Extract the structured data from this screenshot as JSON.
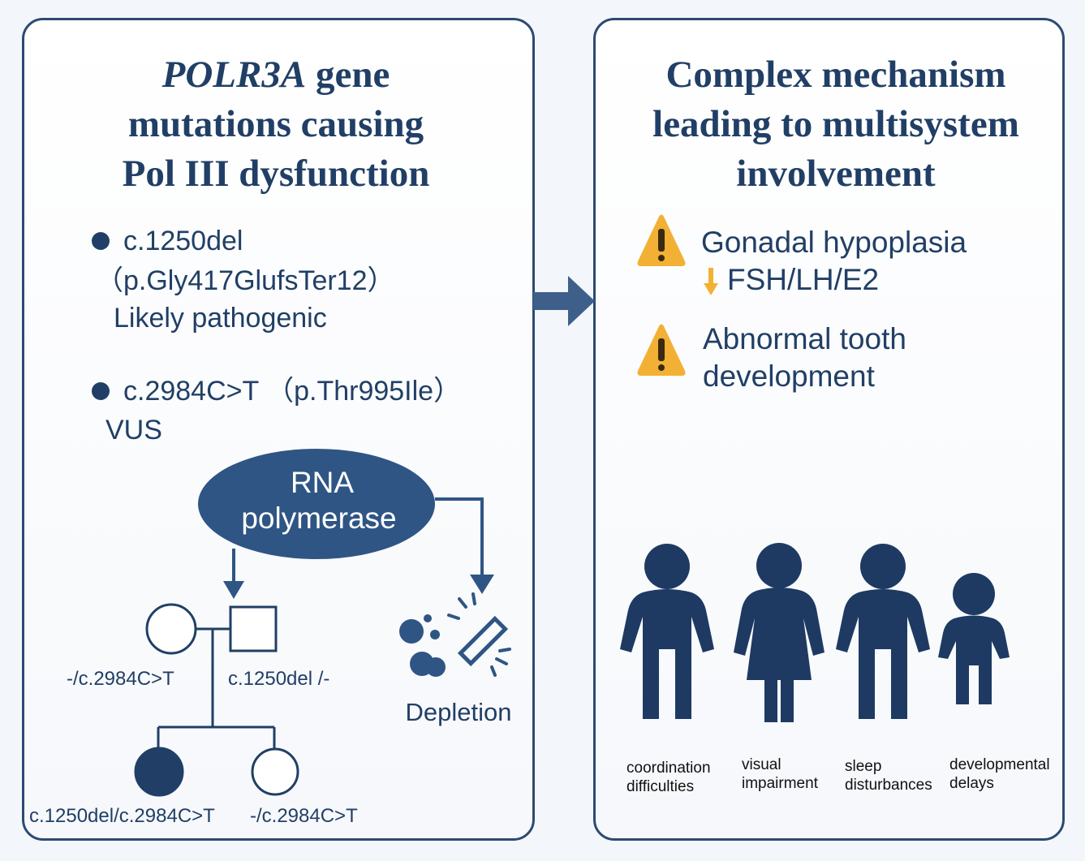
{
  "left": {
    "title": {
      "gene": "POLR3A",
      "rest_line1": " gene",
      "line2": "mutations causing",
      "line3": "Pol III dysfunction"
    },
    "variants": [
      {
        "line1": "c.1250del",
        "line2": "（p.Gly417GlufsTer12）",
        "line3": "Likely pathogenic"
      },
      {
        "line1": "c.2984C>T （p.Thr995Ile）",
        "line2": "VUS"
      }
    ],
    "rna_label": {
      "line1": "RNA",
      "line2": "polymerase"
    },
    "depletion_label": "Depletion",
    "pedigree": {
      "mother_genotype": "-/c.2984C>T",
      "father_genotype": "c.1250del /-",
      "affected_genotype": "c.1250del/c.2984C>T",
      "sibling_genotype": "-/c.2984C>T"
    }
  },
  "right": {
    "title": {
      "line1": "Complex mechanism",
      "line2": "leading to multisystem",
      "line3": "involvement"
    },
    "symptoms": [
      {
        "icon": "warning-icon",
        "line1": "Gonadal hypoplasia",
        "line2": "FSH/LH/E2"
      },
      {
        "icon": "warning-icon",
        "line1": "Abnormal tooth",
        "line2": "development"
      }
    ],
    "people": [
      {
        "line1": "coordination",
        "line2": "difficulties"
      },
      {
        "line1": "visual",
        "line2": "impairment"
      },
      {
        "line1": "sleep",
        "line2": "disturbances"
      },
      {
        "line1": "developmental",
        "line2": "delays"
      }
    ]
  },
  "colors": {
    "navy": "#213f66",
    "warning": "#f2b134",
    "down_arrow": "#f2b134",
    "arrow": "#3e5f8a",
    "ellipse": "#2f5584"
  }
}
